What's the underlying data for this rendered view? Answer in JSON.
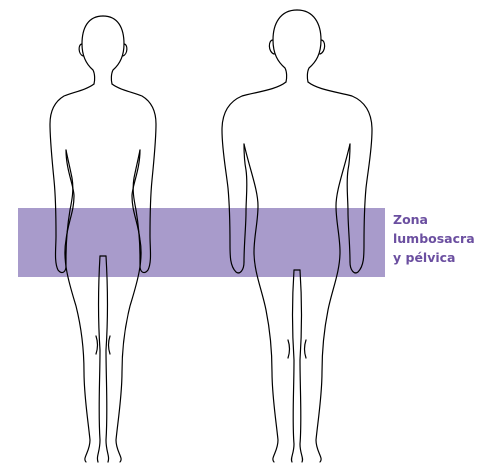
{
  "zone": {
    "line1": "Zona",
    "line2": "lumbosacra",
    "line3": "y pélvica",
    "text_color": "#6b4fa0",
    "band_color": "#a89bcb"
  },
  "figures": [
    {
      "icon": "female-body-outline-icon"
    },
    {
      "icon": "male-body-outline-icon"
    }
  ],
  "outline_color": "#000000"
}
